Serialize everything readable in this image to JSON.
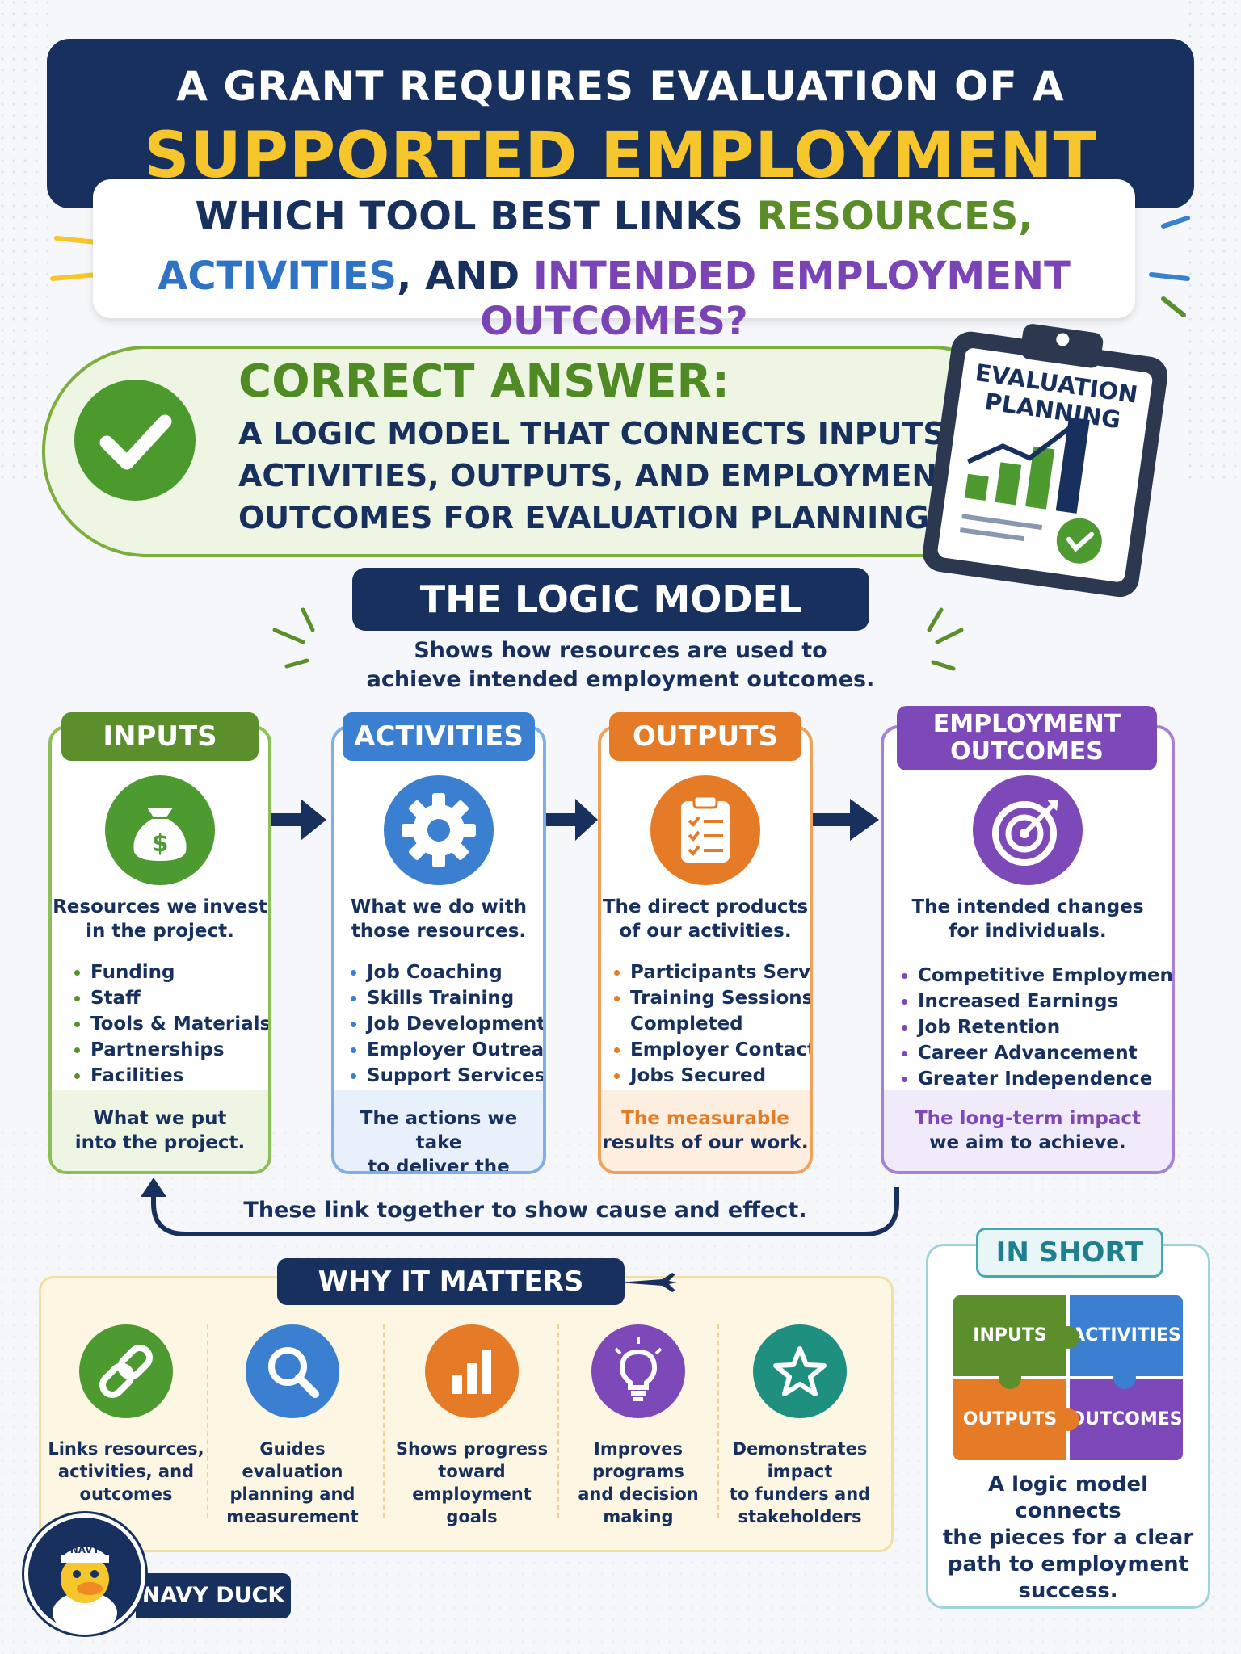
{
  "title": {
    "line1": "A GRANT REQUIRES EVALUATION OF A",
    "line2": "SUPPORTED EMPLOYMENT PROJECT."
  },
  "question": {
    "part1": "WHICH TOOL BEST LINKS ",
    "part2": "RESOURCES,",
    "part3": "ACTIVITIES",
    "part4": ", AND ",
    "part5": "INTENDED EMPLOYMENT OUTCOMES?"
  },
  "answer": {
    "heading": "CORRECT ANSWER:",
    "line1": "A LOGIC MODEL THAT CONNECTS INPUTS,",
    "line2": "ACTIVITIES, OUTPUTS, AND EMPLOYMENT",
    "line3": "OUTCOMES FOR EVALUATION PLANNING."
  },
  "clipboard": {
    "line1": "EVALUATION",
    "line2": "PLANNING"
  },
  "logic_model": {
    "title": "THE LOGIC MODEL",
    "subtitle_line1": "Shows how resources are used to",
    "subtitle_line2": "achieve intended employment outcomes."
  },
  "columns": [
    {
      "title": "INPUTS",
      "desc_line1": "Resources we invest",
      "desc_line2": "in the project.",
      "items": [
        "Funding",
        "Staff",
        "Tools & Materials",
        "Partnerships",
        "Facilities"
      ],
      "foot_line1": "What we put",
      "foot_line2": "into the project.",
      "color": "#5b8f2c"
    },
    {
      "title": "ACTIVITIES",
      "desc_line1": "What we do with",
      "desc_line2": "those resources.",
      "items": [
        "Job Coaching",
        "Skills Training",
        "Job Development",
        "Employer Outreach",
        "Support Services"
      ],
      "foot_line1": "The actions we take",
      "foot_line2": "to deliver the project.",
      "color": "#3b7fd0"
    },
    {
      "title": "OUTPUTS",
      "desc_line1": "The direct products",
      "desc_line2": "of our activities.",
      "items": [
        "Participants Served",
        "Training Sessions",
        "Completed",
        "Employer Contacts",
        "Jobs Secured"
      ],
      "foot_line1": "The measurable",
      "foot_line2": "results of our work.",
      "color": "#e57b26"
    },
    {
      "title_line1": "EMPLOYMENT",
      "title_line2": "OUTCOMES",
      "desc_line1": "The intended changes",
      "desc_line2": "for individuals.",
      "items": [
        "Competitive Employment",
        "Increased Earnings",
        "Job Retention",
        "Career Advancement",
        "Greater Independence"
      ],
      "foot_line1": "The long-term impact",
      "foot_line2": "we aim to achieve.",
      "color": "#7d49b9"
    }
  ],
  "feedback_text": "These link together to show cause and effect.",
  "why": {
    "title": "WHY IT MATTERS",
    "items": [
      {
        "l1": "Links resources,",
        "l2": "activities, and",
        "l3": "outcomes",
        "icon": "link-icon",
        "color": "#4d9a31"
      },
      {
        "l1": "Guides evaluation",
        "l2": "planning and",
        "l3": "measurement",
        "icon": "magnifier-icon",
        "color": "#3b7fd0"
      },
      {
        "l1": "Shows progress",
        "l2": "toward employment",
        "l3": "goals",
        "icon": "bar-chart-icon",
        "color": "#e57b26"
      },
      {
        "l1": "Improves programs",
        "l2": "and decision",
        "l3": "making",
        "icon": "lightbulb-icon",
        "color": "#7d49b9"
      },
      {
        "l1": "Demonstrates impact",
        "l2": "to funders and",
        "l3": "stakeholders",
        "icon": "star-icon",
        "color": "#1f8f80"
      }
    ]
  },
  "in_short": {
    "title": "IN SHORT",
    "pieces": [
      "INPUTS",
      "ACTIVITIES",
      "OUTPUTS",
      "OUTCOMES"
    ],
    "line1": "A logic model connects",
    "line2": "the pieces for a clear",
    "line3": "path to employment",
    "line4": "success."
  },
  "mascot": {
    "hat": "NAVY",
    "label": "NAVY DUCK"
  }
}
